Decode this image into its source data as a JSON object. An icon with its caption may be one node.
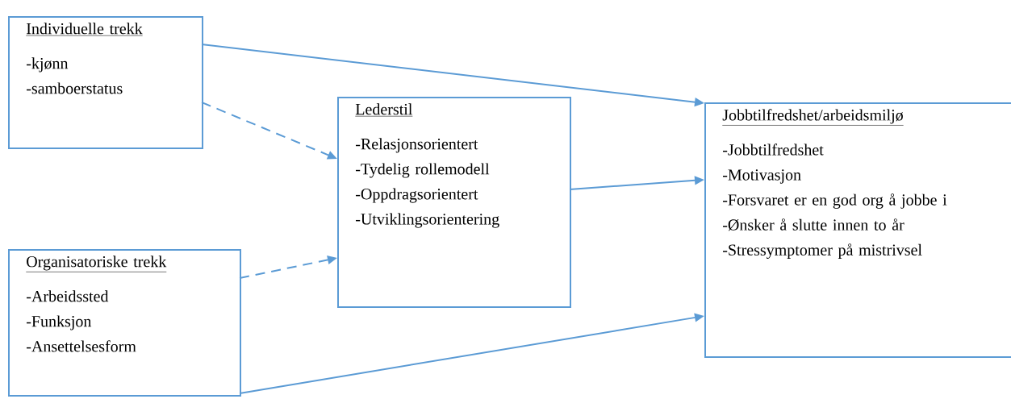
{
  "diagram": {
    "nodes": [
      {
        "text": [
          "Individuelle trekk",
          "-kjønn",
          "-samboerstatus"
        ]
      },
      {
        "text": [
          "Organisatoriske trekk",
          "-Arbeidssted",
          "-Funksjon",
          "-Ansettelsesform"
        ]
      },
      {
        "text": [
          "Lederstil",
          "-Relasjonsorientert",
          "-Tydelig rollemodell",
          "-Oppdragsorientert",
          "-Utviklingsorientering"
        ]
      },
      {
        "text": [
          "Jobbtilfredshet/arbeidsmiljø",
          "-Jobbtilfredshet",
          "-Motivasjon",
          "-Forsvaret er en god org å jobbe i",
          "-Ønsker å slutte innen to år",
          "-Stressymptomer på mistrivsel"
        ]
      }
    ],
    "edges": [
      {
        "from": 0,
        "to": 3,
        "arrow": "to"
      },
      {
        "from": 0,
        "to": 2,
        "arrow": "to",
        "style": "dashed"
      },
      {
        "from": 1,
        "to": 2,
        "arrow": "to",
        "style": "dashed"
      },
      {
        "from": 2,
        "to": 3,
        "arrow": "to"
      },
      {
        "from": 1,
        "to": 3,
        "arrow": "to"
      }
    ]
  }
}
